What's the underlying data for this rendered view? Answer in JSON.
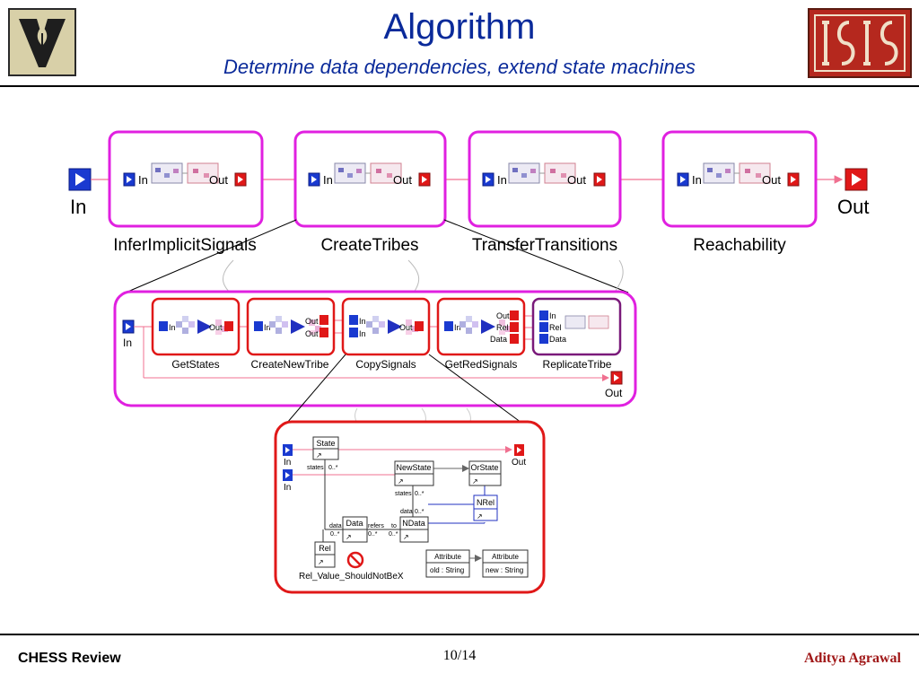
{
  "header": {
    "title": "Algorithm",
    "subtitle": "Determine data dependencies, extend state machines",
    "left_logo_icon": "vanderbilt-v-logo-icon",
    "right_logo_icon": "isis-logo-icon"
  },
  "top_row": {
    "in_label": "In",
    "out_label": "Out",
    "port_in": "In",
    "port_out": "Out",
    "blocks": [
      "InferImplicitSignals",
      "CreateTribes",
      "TransferTransitions",
      "Reachability"
    ]
  },
  "middle_row": {
    "in_label": "In",
    "out_label": "Out",
    "port_in": "In",
    "port_out": "Out",
    "port_rel": "Rel",
    "port_data": "Data",
    "blocks": [
      "GetStates",
      "CreateNewTribe",
      "CopySignals",
      "GetRedSignals",
      "ReplicateTribe"
    ]
  },
  "bottom_rule": {
    "in_label": "In",
    "out_label": "Out",
    "classes": {
      "state": "State",
      "new_state": "NewState",
      "or_state": "OrState",
      "nrel": "NRel",
      "data": "Data",
      "ndata": "NData",
      "rel": "Rel",
      "attr1_name": "Attribute",
      "attr1_value": "old : String",
      "attr2_name": "Attribute",
      "attr2_value": "new : String"
    },
    "roles": {
      "states1": "states",
      "mult1": "0..*",
      "states2": "states",
      "mult2": "0..*",
      "data_role": "data",
      "data_mult": "0..*",
      "refers": "refers",
      "refers_mult": "0..*",
      "to": "to",
      "to_mult": "0..*",
      "data2": "data",
      "data2_mult": "0..*"
    },
    "constraint": "Rel_Value_ShouldNotBeX"
  },
  "footer": {
    "left": "CHESS Review",
    "page": "10/14",
    "author": "Aditya Agrawal"
  },
  "colors": {
    "title_blue": "#0a2a9a",
    "magenta": "#e020e0",
    "red": "#e01818",
    "purple": "#7a1a7a",
    "port_blue": "#1a3ad0"
  }
}
